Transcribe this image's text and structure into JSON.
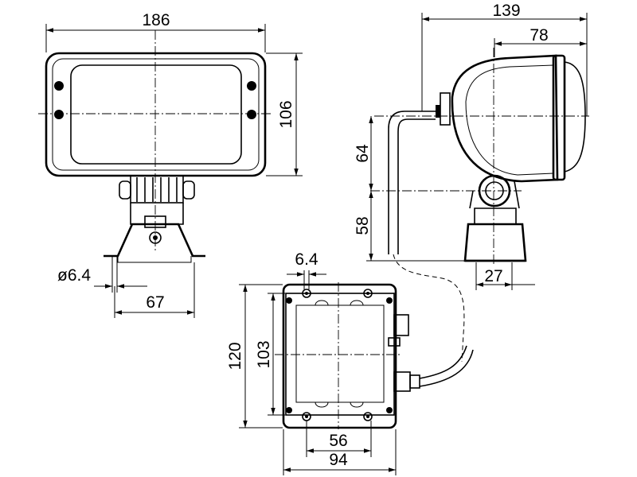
{
  "front_view": {
    "width_label": "186",
    "height_label": "106",
    "hole_label": "ø6.4",
    "bracket_label": "67"
  },
  "side_view": {
    "depth_label": "139",
    "lamp_depth_label": "78",
    "upper_height_label": "64",
    "lower_height_label": "58",
    "base_label": "27"
  },
  "ballast_box": {
    "hole_label": "6.4",
    "outer_height_label": "120",
    "inner_height_label": "103",
    "hole_spacing_label": "56",
    "width_label": "94"
  }
}
